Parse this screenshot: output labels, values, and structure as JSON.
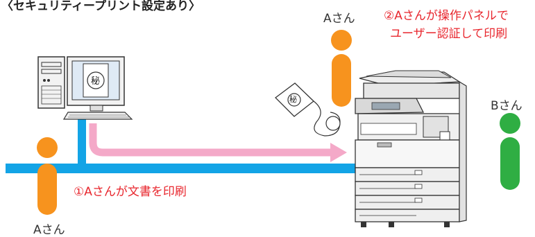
{
  "diagram": {
    "title": "〈セキュリティープリント設定あり〉",
    "person_a_top_label": "Aさん",
    "step2_line1": "②Aさんが操作パネルで",
    "step2_line2": "ユーザー認証して印刷",
    "person_b_label": "Bさん",
    "step1_label": "①Aさんが文書を印刷",
    "person_a_bottom_label": "Aさん",
    "screen_char": "秘",
    "paper_char": "秘",
    "colors": {
      "network": "#13a4e6",
      "arrow": "#f4a9c8",
      "person_a": "#f7931e",
      "person_b": "#2fae43",
      "text_red": "#e8262d"
    }
  }
}
